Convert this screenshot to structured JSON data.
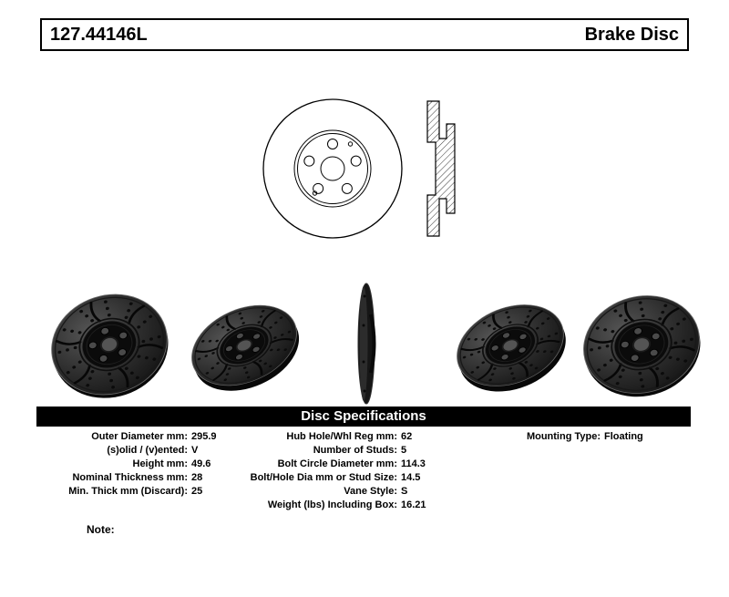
{
  "header": {
    "part_number": "127.44146L",
    "product_type": "Brake Disc"
  },
  "specs_banner": "Disc Specifications",
  "specs": {
    "left": [
      {
        "label": "Outer Diameter mm:",
        "value": "295.9"
      },
      {
        "label": "(s)olid / (v)ented:",
        "value": "V"
      },
      {
        "label": "Height mm:",
        "value": "49.6"
      },
      {
        "label": "Nominal Thickness mm:",
        "value": "28"
      },
      {
        "label": "Min. Thick mm (Discard):",
        "value": "25"
      }
    ],
    "middle": [
      {
        "label": "Hub Hole/Whl Reg mm:",
        "value": "62"
      },
      {
        "label": "Number of Studs:",
        "value": "5"
      },
      {
        "label": "Bolt Circle Diameter mm:",
        "value": "114.3"
      },
      {
        "label": "Bolt/Hole Dia mm or Stud Size:",
        "value": "14.5"
      },
      {
        "label": "Vane Style:",
        "value": "S"
      },
      {
        "label": "Weight (lbs) Including Box:",
        "value": "16.21"
      }
    ],
    "right": [
      {
        "label": "Mounting Type:",
        "value": "Floating"
      }
    ]
  },
  "note_label": "Note:",
  "figures": {
    "drawings": [
      "rotor-front-line-drawing",
      "rotor-cross-section-line-drawing"
    ],
    "photos": [
      "rotor-photo-front-left",
      "rotor-photo-angled-left",
      "rotor-photo-edge-view",
      "rotor-photo-angled-right",
      "rotor-photo-front-right"
    ]
  },
  "colors": {
    "banner_bg": "#000000",
    "banner_text": "#ffffff",
    "rotor_dark": "#161616"
  }
}
